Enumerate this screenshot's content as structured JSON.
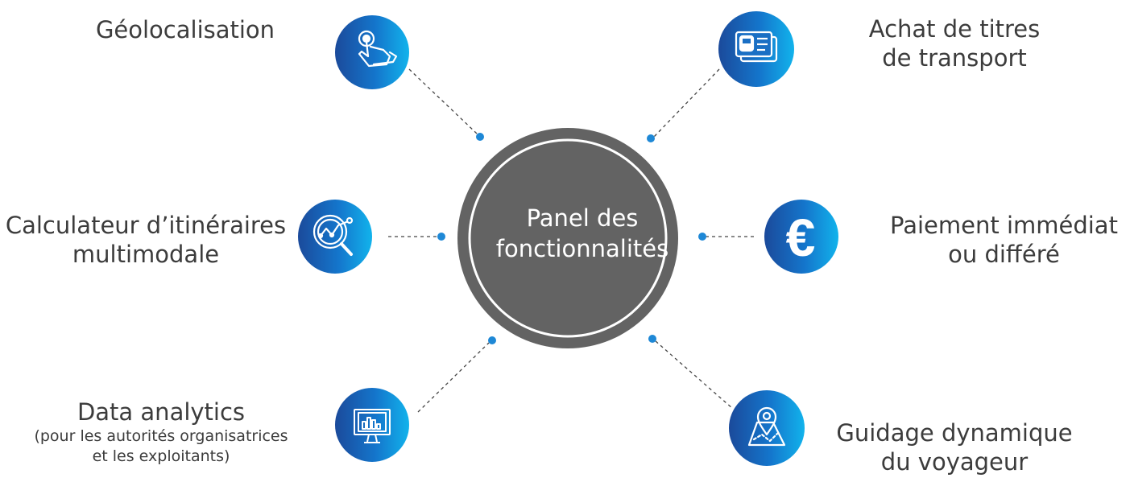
{
  "center": {
    "line1": "Panel des",
    "line2": "fonctionnalités"
  },
  "features": {
    "geoloc": {
      "line1": "Géolocalisation",
      "icon": "touch-hand-icon"
    },
    "achat": {
      "line1": "Achat de titres",
      "line2": "de transport",
      "icon": "bus-ticket-icon"
    },
    "calcul": {
      "line1": "Calculateur d’itinéraires",
      "line2": "multimodale",
      "icon": "route-search-icon"
    },
    "paiement": {
      "line1": "Paiement immédiat",
      "line2": "ou différé",
      "icon": "euro-icon"
    },
    "data": {
      "line1": "Data analytics",
      "sub1": "(pour les autorités organisatrices",
      "sub2": "et les exploitants)",
      "icon": "monitor-chart-icon"
    },
    "guidage": {
      "line1": "Guidage dynamique",
      "line2": "du voyageur",
      "icon": "map-pin-icon"
    }
  },
  "colors": {
    "hub": "#636363",
    "gradient_start": "#1b4a9b",
    "gradient_end": "#12b3ec",
    "dot": "#1e88d6",
    "text": "#3c3c3c"
  }
}
